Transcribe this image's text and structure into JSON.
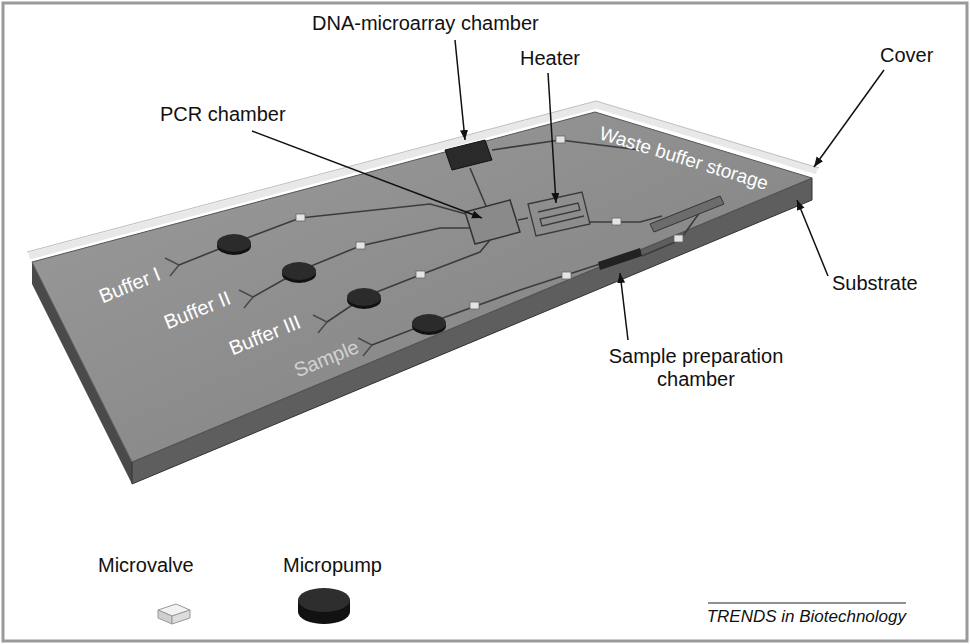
{
  "diagram": {
    "labels": [
      "DNA-microarray chamber",
      "Heater",
      "PCR chamber",
      "Cover",
      "Waste buffer storage",
      "Buffer I",
      "Substrate",
      "Buffer II",
      "Buffer III",
      "Sample preparation chamber",
      "Sample",
      "TRENDS in Biotechnology"
    ],
    "legend": [
      {
        "text": "Microvalve"
      },
      {
        "text": "Micropump"
      }
    ]
  }
}
